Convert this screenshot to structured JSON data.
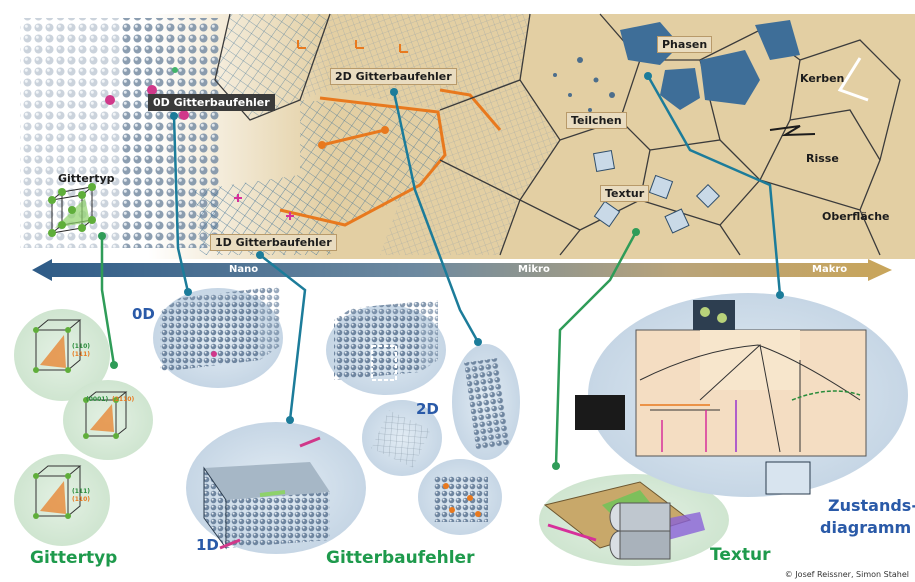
{
  "top_labels": {
    "gittertyp": "Gittertyp",
    "od": "0D Gitterbaufehler",
    "twod": "2D Gitterbaufehler",
    "oned": "1D Gitterbaufehler",
    "phasen": "Phasen",
    "teilchen": "Teilchen",
    "textur": "Textur",
    "kerben": "Kerben",
    "risse": "Risse",
    "oberflaeche": "Oberfläche"
  },
  "scale": {
    "nano": "Nano",
    "mikro": "Mikro",
    "makro": "Makro"
  },
  "bottom_labels": {
    "od": "0D",
    "oned": "1D",
    "twod": "2D",
    "gittertyp": "Gittertyp",
    "gitterbaufehler": "Gitterbaufehler",
    "textur": "Textur",
    "zustand1": "Zustands-",
    "zustand2": "diagramm"
  },
  "miller": {
    "a1": "(110)",
    "a2": "(111)",
    "b1": "(0001)",
    "b2": "(2110)",
    "c1": "(111)",
    "c2": "(110)"
  },
  "copyright": "© Josef Reissner, Simon Stahel",
  "colors": {
    "accent_green": "#1e9a4c",
    "accent_blue": "#2a5aa8",
    "microstructure": "#e3cfa3",
    "arrow": "#3a6d92"
  }
}
